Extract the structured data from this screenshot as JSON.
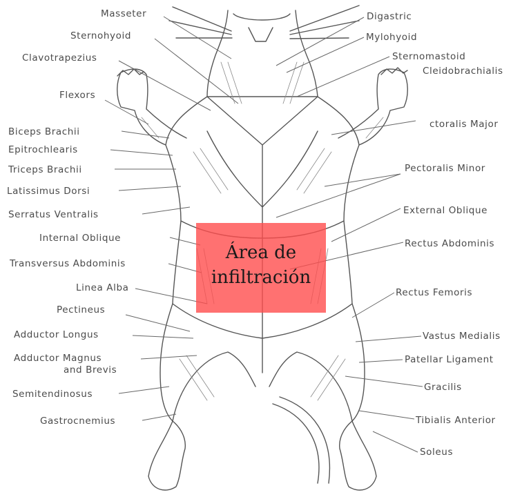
{
  "labels": {
    "left": [
      "Masseter",
      "Sternohyoid",
      "Clavotrapezius",
      "Flexors",
      "Biceps Brachii",
      "Epitrochlearis",
      "Triceps Brachii",
      "Latissimus Dorsi",
      "Serratus Ventralis",
      "Internal Oblique",
      "Transversus Abdominis",
      "Linea Alba",
      "Pectineus",
      "Adductor Longus",
      "Adductor Magnus",
      "and Brevis",
      "Semitendinosus",
      "Gastrocnemius"
    ],
    "right": [
      "Digastric",
      "Mylohyoid",
      "Sternomastoid",
      "Cleidobrachialis",
      "ctoralis Major",
      "Pectoralis Minor",
      "External Oblique",
      "Rectus Abdominis",
      "Rectus Femoris",
      "Vastus Medialis",
      "Patellar Ligament",
      "Gracilis",
      "Tibialis Anterior",
      "Soleus"
    ]
  },
  "overlay": {
    "text": "Área de infiltración",
    "color": "#ff4d4d"
  },
  "colors": {
    "ink": "#4a4a4a",
    "lines": "#6a6a6a"
  }
}
